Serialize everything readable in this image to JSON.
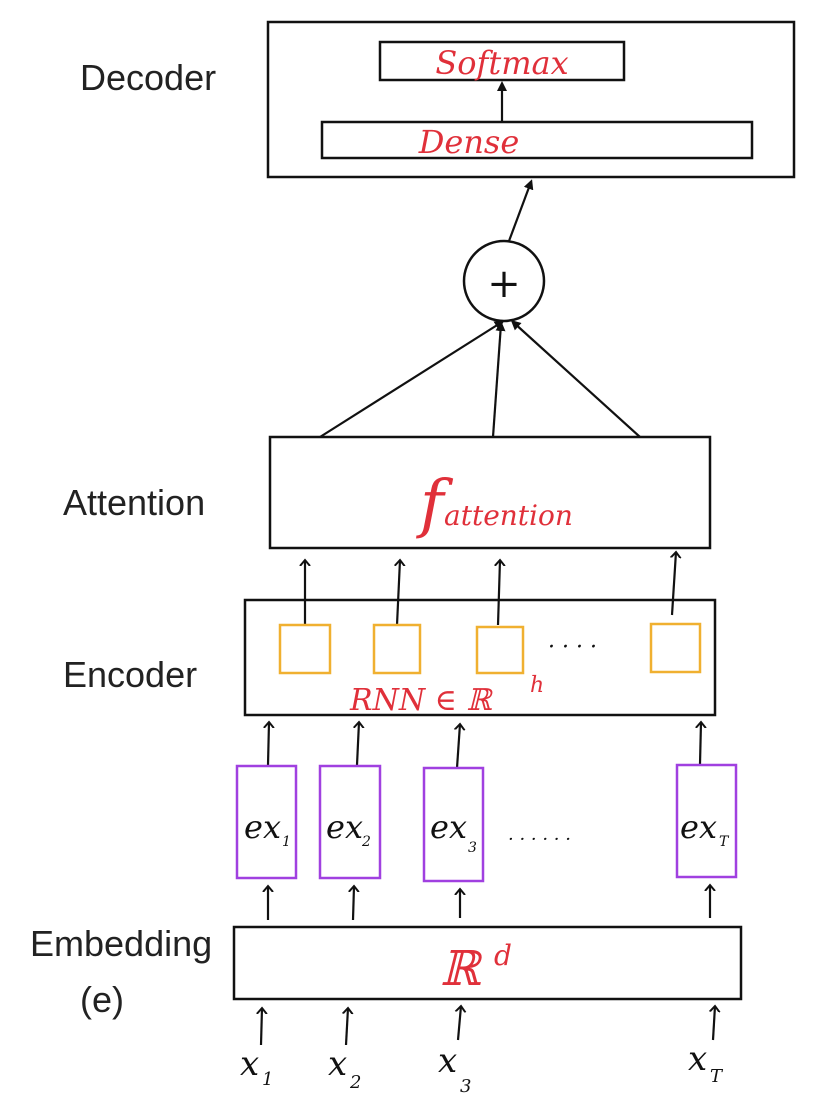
{
  "labels": {
    "decoder": "Decoder",
    "attention": "Attention",
    "encoder": "Encoder",
    "embedding": "Embedding",
    "embedding_sub": "(e)"
  },
  "decoder": {
    "softmax": "Softmax",
    "dense": "Dense"
  },
  "combine_symbol": "+",
  "attention_fn": {
    "main": "f",
    "sub": "attention"
  },
  "encoder_cell": {
    "label_main": "RNN ∈ ℝ",
    "label_sup": "h",
    "ellipsis": "· · · ·"
  },
  "embeddings": {
    "prefix": "ex",
    "subs": [
      "1",
      "2",
      "3",
      "T"
    ],
    "ellipsis": "· · · · · ·"
  },
  "embedding_space": {
    "main": "ℝ",
    "sup": "d"
  },
  "inputs": {
    "prefix": "x",
    "subs": [
      "1",
      "2",
      "3",
      "T"
    ]
  },
  "colors": {
    "ink": "#111111",
    "red": "#e0303a",
    "yellow": "#f0b030",
    "purple": "#a040e0"
  }
}
